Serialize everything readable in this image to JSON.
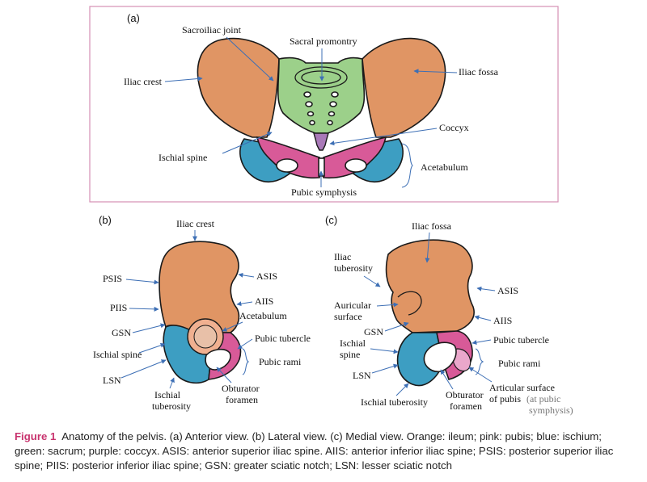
{
  "panel_a": {
    "letter": "(a)",
    "sacroiliac_joint": "Sacroiliac joint",
    "sacral_promontory": "Sacral promontry",
    "iliac_crest": "Iliac crest",
    "iliac_fossa": "Iliac fossa",
    "coccyx": "Coccyx",
    "ischial_spine": "Ischial spine",
    "acetabulum": "Acetabulum",
    "pubic_symphysis": "Pubic symphysis"
  },
  "panel_b": {
    "letter": "(b)",
    "iliac_crest": "Iliac crest",
    "asis": "ASIS",
    "psis": "PSIS",
    "aiis": "AIIS",
    "piis": "PIIS",
    "acetabulum": "Acetabulum",
    "gsn": "GSN",
    "ischial_spine": "Ischial spine",
    "pubic_tubercle": "Pubic tubercle",
    "pubic_rami": "Pubic rami",
    "lsn": "LSN",
    "ischial_tuberosity_1": "Ischial",
    "ischial_tuberosity_2": "tuberosity",
    "obturator_foramen_1": "Obturator",
    "obturator_foramen_2": "foramen"
  },
  "panel_c": {
    "letter": "(c)",
    "iliac_fossa": "Iliac fossa",
    "iliac_tuberosity_1": "Iliac",
    "iliac_tuberosity_2": "tuberosity",
    "asis": "ASIS",
    "auricular_surface_1": "Auricular",
    "auricular_surface_2": "surface",
    "aiis": "AIIS",
    "gsn": "GSN",
    "pubic_tubercle": "Pubic tubercle",
    "ischial_spine_1": "Ischial",
    "ischial_spine_2": "spine",
    "pubic_rami": "Pubic rami",
    "lsn": "LSN",
    "articular_surface_1": "Articular surface",
    "articular_surface_2": "of pubis",
    "articular_surface_note_1": "(at pubic",
    "articular_surface_note_2": "symphysis)",
    "ischial_tuberosity": "Ischial tuberosity",
    "obturator_foramen_1": "Obturator",
    "obturator_foramen_2": "foramen"
  },
  "caption": {
    "figure_label": "Figure 1",
    "text": "Anatomy of the pelvis. (a) Anterior view. (b) Lateral view. (c) Medial view. Orange: ileum; pink: pubis; blue: ischium; green: sacrum; purple: coccyx. ASIS: anterior superior iliac spine. AIIS: anterior inferior iliac spine; PSIS: posterior superior iliac spine; PIIS: posterior inferior iliac spine; GSN: greater sciatic notch; LSN: lesser sciatic notch"
  },
  "colors": {
    "ilium": "#e09564",
    "pubis": "#d85a98",
    "ischium": "#3d9ec2",
    "sacrum": "#9cd08a",
    "coccyx": "#a979b8",
    "frame": "#d690b4",
    "arrow": "#3d6fb5"
  }
}
